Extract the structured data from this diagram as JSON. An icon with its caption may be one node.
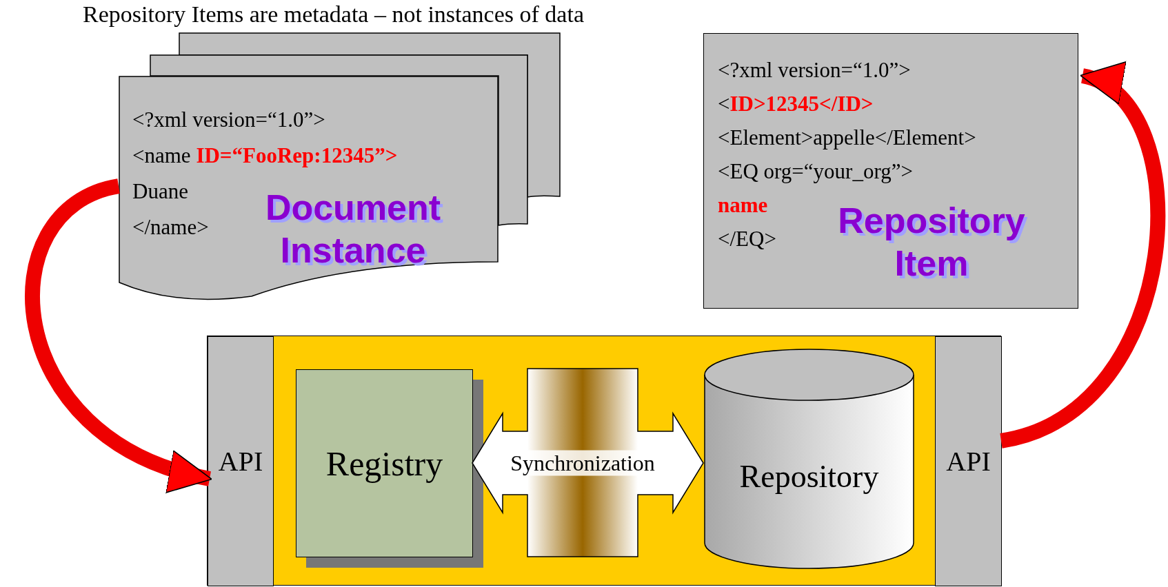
{
  "diagram": {
    "title": "Repository Items are metadata – not instances of data",
    "nodes": [
      {
        "text": [
          "<?xml version=“1.0”>",
          "<name **ID=“FooRep:12345”>**",
          "Duane",
          "</name>",
          "Document Instance"
        ]
      },
      {
        "text": [
          "<?xml version=“1.0”>",
          "<**ID>12345</ID>**",
          "<Element>appelle</Element>",
          "<EQ org=“your_org”>",
          "**name**",
          "</EQ>",
          "Repository Item"
        ]
      },
      {
        "text": [],
        "shape": "box"
      },
      {
        "text": [
          "API"
        ],
        "in": 2
      },
      {
        "text": [
          "Registry"
        ],
        "in": 2
      },
      {
        "text": [
          "Repository"
        ],
        "in": 2
      },
      {
        "text": [
          "API"
        ],
        "in": 2
      }
    ],
    "edges": [
      {
        "from": 0,
        "to": 3,
        "arrow": "to"
      },
      {
        "from": 4,
        "to": 5,
        "arrow": "both",
        "label": "Synchronization"
      },
      {
        "from": 6,
        "to": 1,
        "arrow": "to"
      }
    ]
  }
}
